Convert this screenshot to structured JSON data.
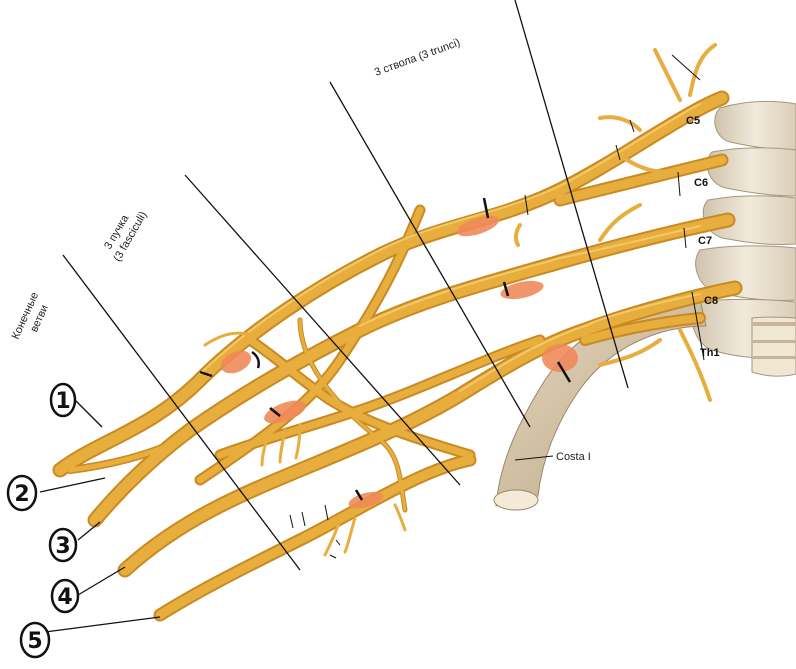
{
  "labels": {
    "trunks": "3 ствола (3 trunci)",
    "fascicles_line1": "3 пучка",
    "fascicles_line2": "(3 fasciculi)",
    "terminal_line1": "Конечные",
    "terminal_line2": "ветви",
    "costa": "Costa I"
  },
  "roots": [
    "C5",
    "C6",
    "C7",
    "C8",
    "Th1"
  ],
  "branch_numbers": [
    "1",
    "2",
    "3",
    "4",
    "5"
  ],
  "colors": {
    "nerve": "#e7ae3e",
    "nerve_dark": "#c98a22",
    "nerve_light": "#f6cf73",
    "highlight": "#f08a5a",
    "bone": "#e9e0cc",
    "bone_shadow": "#bfae95",
    "rib": "#d8c8ae"
  }
}
